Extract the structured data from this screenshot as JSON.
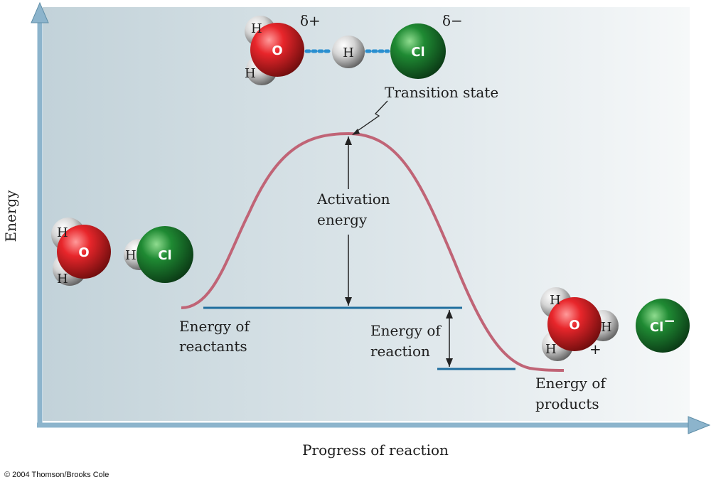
{
  "axes": {
    "y_label": "Energy",
    "x_label": "Progress of reaction"
  },
  "labels": {
    "transition_state": "Transition state",
    "activation_line1": "Activation",
    "activation_line2": "energy",
    "reactants_line1": "Energy of",
    "reactants_line2": "reactants",
    "reaction_line1": "Energy of",
    "reaction_line2": "reaction",
    "products_line1": "Energy of",
    "products_line2": "products"
  },
  "molecules": {
    "hydrogen": "H",
    "oxygen": "O",
    "chlorine": "Cl",
    "chloride": "Cl",
    "minus_sign": "−",
    "plus_sign": "+",
    "delta_plus": "δ+",
    "delta_minus": "δ−"
  },
  "colors": {
    "curve": "#c06476",
    "level_line": "#1f6e9e",
    "axis": "#8cb4cc",
    "oxygen": "#e0262b",
    "chlorine": "#1d8a32",
    "hydrogen": "#e6e6e6"
  },
  "copyright": "© 2004 Thomson/Brooks Cole"
}
